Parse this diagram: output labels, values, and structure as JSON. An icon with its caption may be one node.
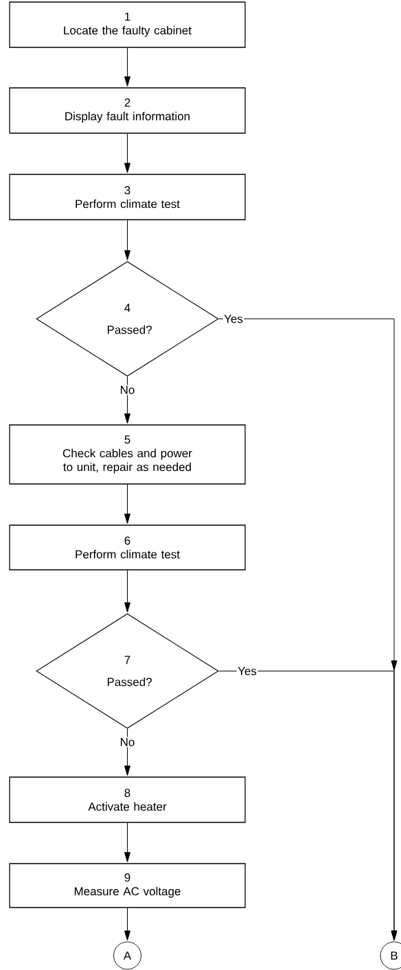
{
  "diagram": {
    "nodes": [
      {
        "text": [
          "1",
          "Locate the faulty cabinet"
        ]
      },
      {
        "text": [
          "2",
          "Display fault information"
        ]
      },
      {
        "text": [
          "3",
          "Perform climate test"
        ]
      },
      {
        "text": [
          "4",
          "Passed?"
        ]
      },
      {
        "text": [
          "5",
          "Check cables and power to unit, repair as needed"
        ]
      },
      {
        "text": [
          "6",
          "Perform climate test"
        ]
      },
      {
        "text": [
          "7",
          "Passed?"
        ]
      },
      {
        "text": [
          "8",
          "Activate heater"
        ]
      },
      {
        "text": [
          "9",
          "Measure AC voltage"
        ]
      },
      {
        "text": [
          "A"
        ]
      },
      {
        "text": [
          "B"
        ]
      }
    ],
    "edges": [
      {
        "from": 0,
        "to": 1,
        "arrow": "to"
      },
      {
        "from": 1,
        "to": 2,
        "arrow": "to"
      },
      {
        "from": 2,
        "to": 3,
        "arrow": "to"
      },
      {
        "from": 3,
        "to": 4,
        "arrow": "to",
        "label": "No"
      },
      {
        "from": 3,
        "to": 10,
        "arrow": "to",
        "label": "Yes"
      },
      {
        "from": 4,
        "to": 5,
        "arrow": "to"
      },
      {
        "from": 5,
        "to": 6,
        "arrow": "to"
      },
      {
        "from": 6,
        "to": 7,
        "arrow": "to",
        "label": "No"
      },
      {
        "from": 6,
        "to": 10,
        "arrow": "to",
        "label": "Yes"
      },
      {
        "from": 7,
        "to": 8,
        "arrow": "to"
      },
      {
        "from": 8,
        "to": 9,
        "arrow": "to"
      }
    ]
  }
}
